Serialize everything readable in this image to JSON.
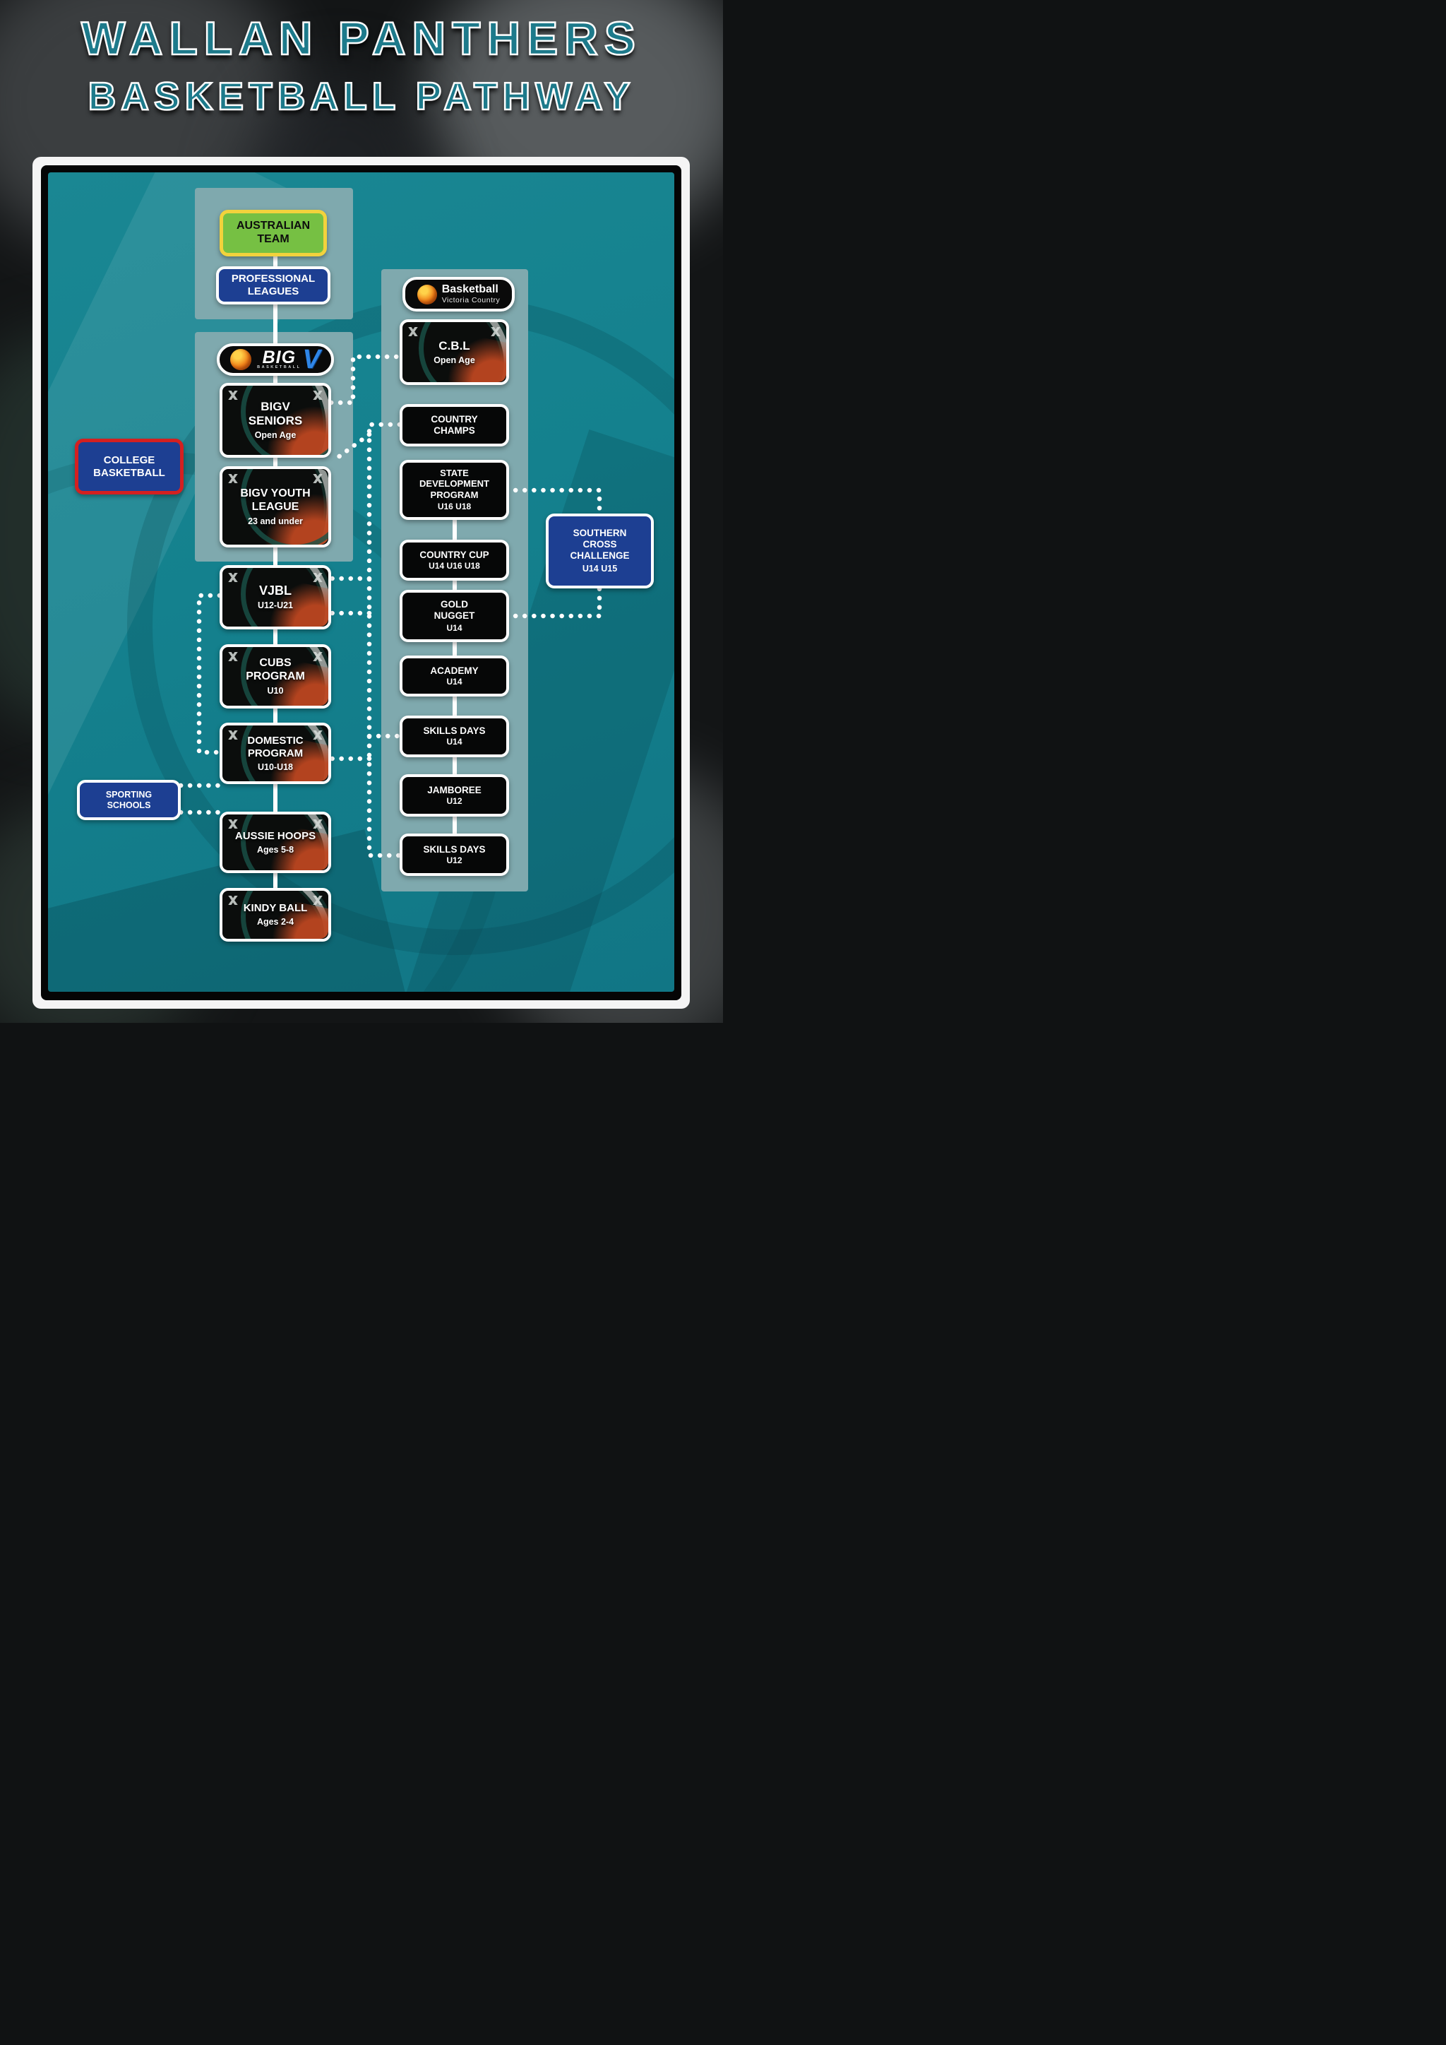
{
  "title": {
    "line1": "WALLAN PANTHERS",
    "line2": "BASKETBALL PATHWAY"
  },
  "colors": {
    "teal_background": "#14818e",
    "panel": "#7fa9ae",
    "navy_box": "#1d3f92",
    "green_box": "#76c043",
    "yellow_border": "#f2d23c",
    "red_border": "#d42020",
    "black_box": "#060707",
    "white": "#ffffff",
    "title_teal": "#1d7a8b",
    "bigv_blue": "#2f86e8",
    "ball_orange": "#f08018"
  },
  "logos": {
    "bigv": {
      "big": "BIG",
      "v": "V",
      "tagline": "BASKETBALL"
    },
    "bv_country": {
      "line1": "Basketball",
      "line2": "Victoria Country"
    }
  },
  "nodes": {
    "australian_team": {
      "title": "AUSTRALIAN TEAM"
    },
    "professional_leagues": {
      "title": "PROFESSIONAL LEAGUES"
    },
    "college_basketball": {
      "title": "COLLEGE BASKETBALL"
    },
    "bigv_seniors": {
      "title": "BIGV SENIORS",
      "subtitle": "Open Age"
    },
    "bigv_youth_league": {
      "title": "BIGV YOUTH LEAGUE",
      "subtitle": "23 and under"
    },
    "vjbl": {
      "title": "VJBL",
      "subtitle": "U12-U21"
    },
    "cubs_program": {
      "title": "CUBS PROGRAM",
      "subtitle": "U10"
    },
    "domestic_program": {
      "title": "DOMESTIC PROGRAM",
      "subtitle": "U10-U18"
    },
    "sporting_schools": {
      "title": "SPORTING SCHOOLS"
    },
    "aussie_hoops": {
      "title": "AUSSIE HOOPS",
      "subtitle": "Ages 5-8"
    },
    "kindy_ball": {
      "title": "KINDY BALL",
      "subtitle": "Ages 2-4"
    },
    "cbl": {
      "title": "C.B.L",
      "subtitle": "Open Age"
    },
    "country_champs": {
      "title": "COUNTRY CHAMPS"
    },
    "state_development_program": {
      "title": "STATE DEVELOPMENT PROGRAM",
      "subtitle": "U16 U18"
    },
    "country_cup": {
      "title": "COUNTRY CUP",
      "subtitle": "U14 U16 U18"
    },
    "gold_nugget": {
      "title": "GOLD NUGGET",
      "subtitle": "U14"
    },
    "academy": {
      "title": "ACADEMY",
      "subtitle": "U14"
    },
    "skills_days_u14": {
      "title": "SKILLS DAYS",
      "subtitle": "U14"
    },
    "jamboree": {
      "title": "JAMBOREE",
      "subtitle": "U12"
    },
    "skills_days_u12": {
      "title": "SKILLS DAYS",
      "subtitle": "U12"
    },
    "southern_cross_challenge": {
      "title": "SOUTHERN CROSS CHALLENGE",
      "subtitle": "U14 U15"
    }
  }
}
